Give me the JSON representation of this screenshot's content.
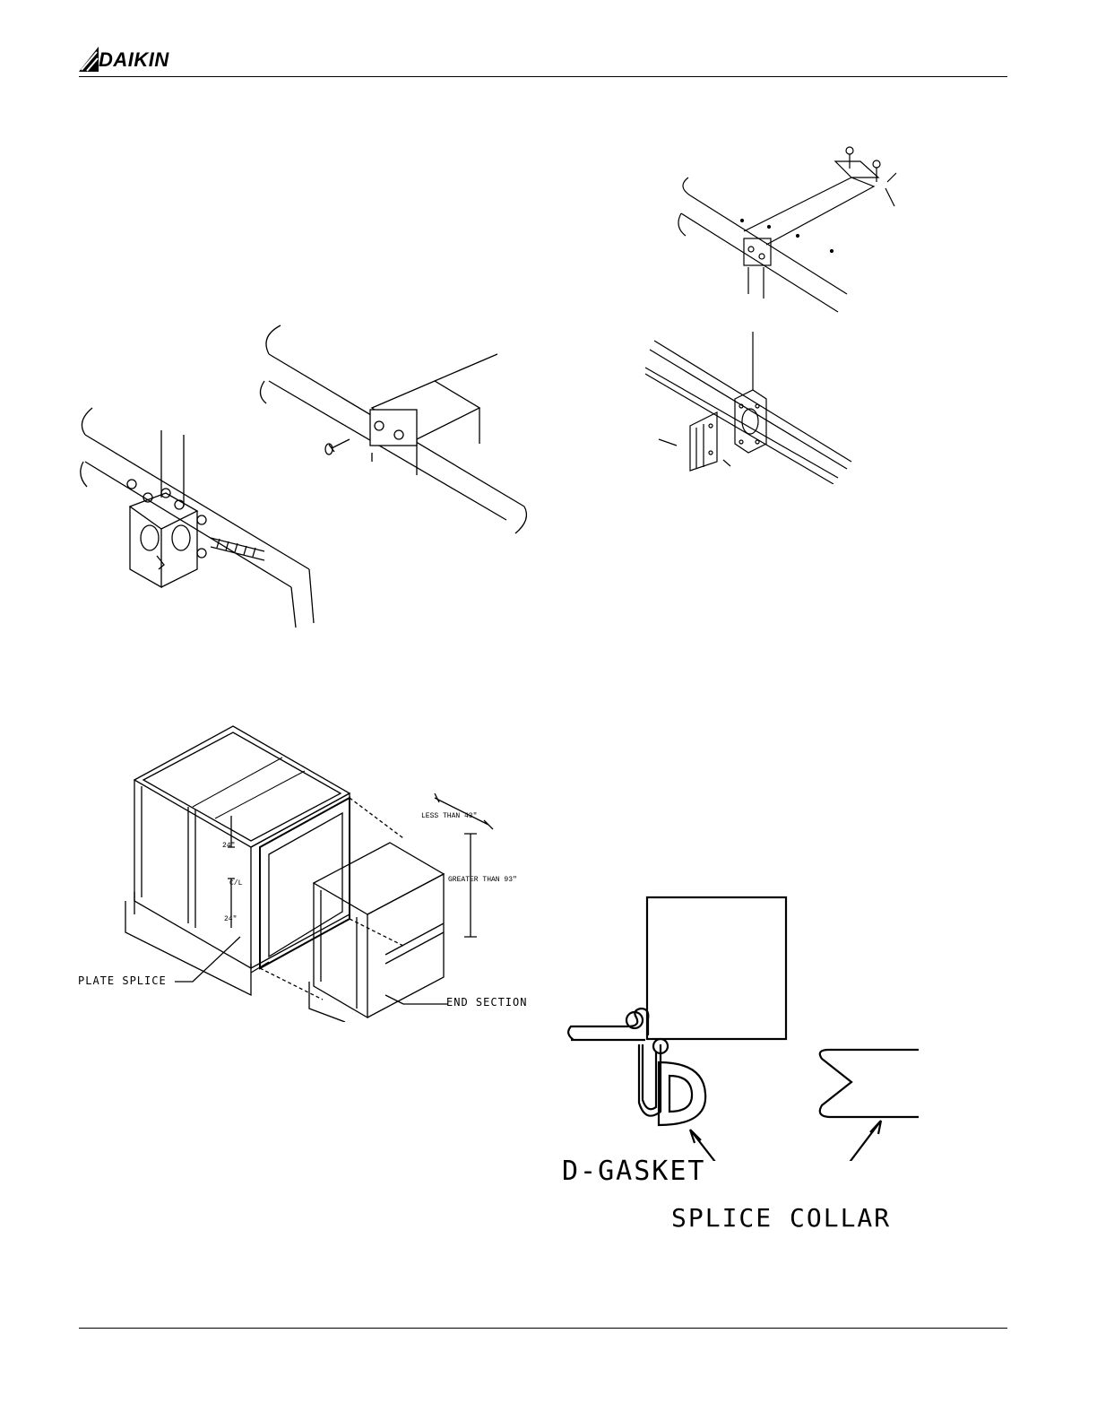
{
  "header": {
    "brand": "DAIKIN",
    "logo_icon": "daikin-triangle-logo-icon"
  },
  "figures": {
    "end_section": {
      "dim_depth": "LESS THAN 43\"",
      "dim_height": "GREATER THAN 93\"",
      "dim_top": "24\"",
      "dim_center": "C/L",
      "dim_bottom": "24\"",
      "label_plate_splice": "PLATE SPLICE",
      "label_end_section": "END SECTION"
    },
    "gasket": {
      "label_d_gasket": "D-GASKET",
      "label_splice_collar": "SPLICE COLLAR"
    }
  }
}
